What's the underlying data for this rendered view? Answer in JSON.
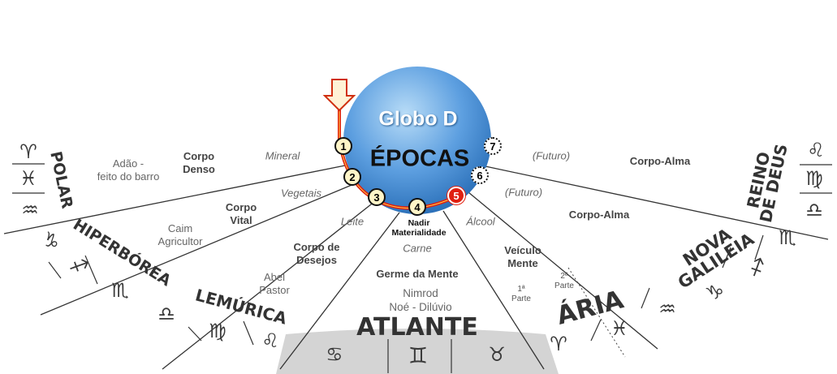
{
  "globe": {
    "title": "Globo D",
    "subtitle": "ÉPOCAS"
  },
  "circles": [
    {
      "n": "1",
      "style": "yellow"
    },
    {
      "n": "2",
      "style": "yellow"
    },
    {
      "n": "3",
      "style": "yellow"
    },
    {
      "n": "4",
      "style": "yellow"
    },
    {
      "n": "5",
      "style": "red"
    },
    {
      "n": "6",
      "style": "dotted"
    },
    {
      "n": "7",
      "style": "dotted"
    }
  ],
  "nadir": "Nadir\nMaterialidade",
  "epochs": {
    "polar": "POLAR",
    "hiperborea": "HIPERBÓREA",
    "lemurica": "LEMÚRICA",
    "atlante": "ATLANTE",
    "aria": "ÁRIA",
    "nova_galileia": "NOVA\nGALILEIA",
    "reino_de_deus": "REINO\nDE DEUS"
  },
  "kingdoms": {
    "mineral": "Mineral",
    "vegetais": "Vegetais",
    "leite": "Leite",
    "carne": "Carne",
    "alcool": "Álcool",
    "futuro_1": "(Futuro)",
    "futuro_2": "(Futuro)"
  },
  "bodies": {
    "corpo_denso": "Corpo\nDenso",
    "corpo_vital": "Corpo\nVital",
    "corpo_desejos": "Corpo de\nDesejos",
    "germe_mente": "Germe da Mente",
    "veiculo_mente": "Veículo\nMente",
    "corpo_alma_1": "Corpo-Alma",
    "corpo_alma_2": "Corpo-Alma"
  },
  "people": {
    "adao": "Adão -\nfeito do barro",
    "caim": "Caim\nAgricultor",
    "abel": "Abel\nPastor",
    "nimrod": "Nimrod\nNoé - Dilúvio"
  },
  "aria_parts": {
    "first": "1ª\nParte",
    "second": "2ª\nParte"
  },
  "signs": {
    "aries": "♈",
    "pisces": "♓",
    "aquarius": "♒",
    "capricorn": "♑",
    "sagittarius": "♐",
    "scorpio": "♏",
    "libra": "♎",
    "virgo": "♍",
    "leo": "♌",
    "cancer": "♋",
    "gemini": "♊",
    "taurus": "♉"
  },
  "colors": {
    "globe_light": "#a9d3f4",
    "globe_dark": "#2f78c2",
    "red_path": "#e02010",
    "circle_fill": "#fff5c8",
    "band_gray": "#d4d4d4",
    "line": "#333333"
  }
}
